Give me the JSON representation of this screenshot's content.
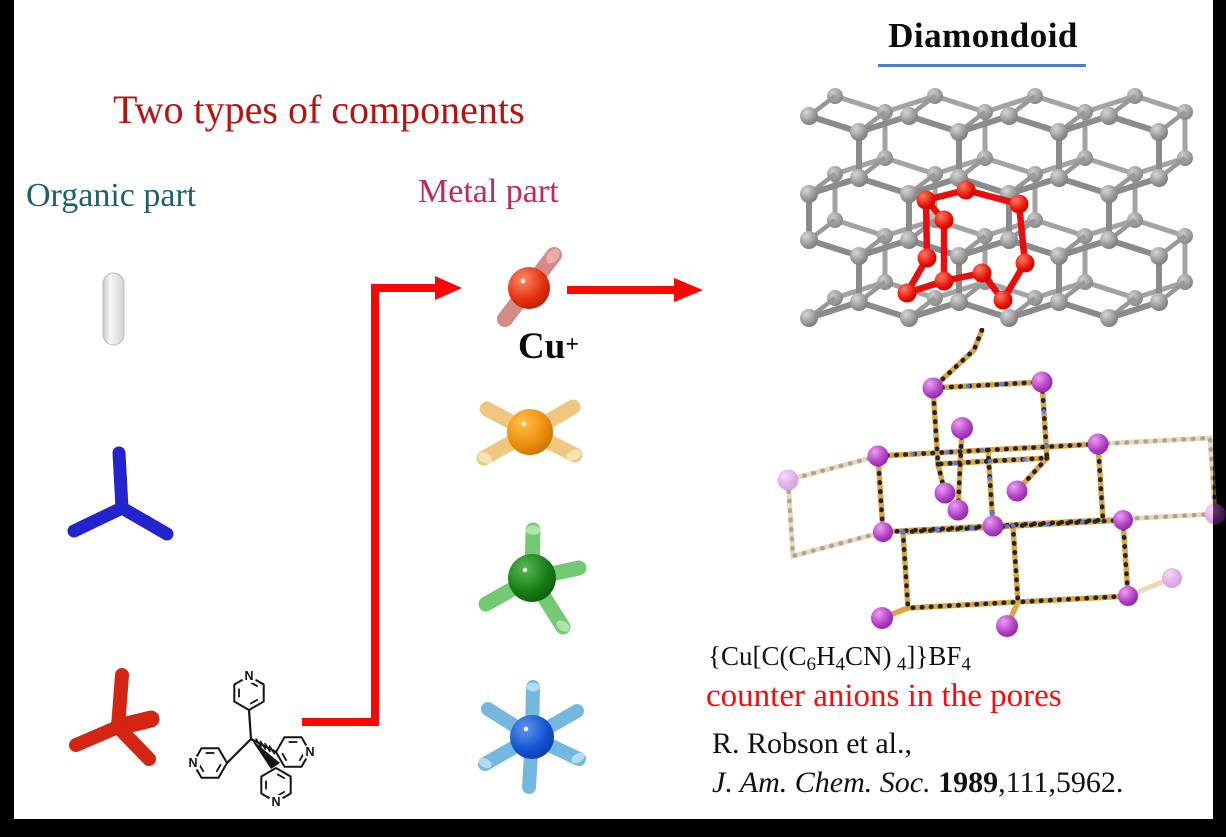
{
  "slide": {
    "network_title": "Diamondoid",
    "heading": "Two types of components",
    "organic_label": "Organic part",
    "metal_label": "Metal part",
    "metal_ion": {
      "symbol": "Cu",
      "charge": "+"
    },
    "formula": {
      "p1": "{Cu[C(C",
      "s1": "6",
      "p2": "H",
      "s2": "4",
      "p3": "CN) ",
      "s3": "4",
      "p4": "]}BF",
      "s4": "4"
    },
    "anion_note": "counter anions in the pores",
    "citation": {
      "authors": "R. Robson et al.,",
      "journal": "J. Am. Chem. Soc. ",
      "year": "1989",
      "pages": ",111,5962."
    }
  },
  "molecule": {
    "nitrogen_labels": [
      "N",
      "N",
      "N",
      "N"
    ]
  },
  "colors": {
    "heading_red": "#b51411",
    "organic_teal": "#1e5f6e",
    "metal_magenta": "#c4275f",
    "anion_red": "#fa0a0a",
    "arrow_red": "#fb0505",
    "underline_blue": "#4d7fc9",
    "organic_rod_white": "#e9e9e9",
    "organic_tripod_blue": "#2424cf",
    "organic_tetrapod_red": "#d32414",
    "metal_node_red": "#d92211",
    "metal_tube_salmon": "#d28b86",
    "metal_node_orange": "#e8860a",
    "metal_tube_tan": "#eec87f",
    "metal_node_green": "#157a15",
    "metal_tube_green": "#74ca74",
    "metal_node_blue": "#1453d2",
    "metal_tube_blue": "#74b8df",
    "lattice_gray": "#8b8b8b",
    "cage_red": "#e90d0d",
    "framework_tan": "#d8a54b",
    "copper_purple": "#b13fc4"
  }
}
